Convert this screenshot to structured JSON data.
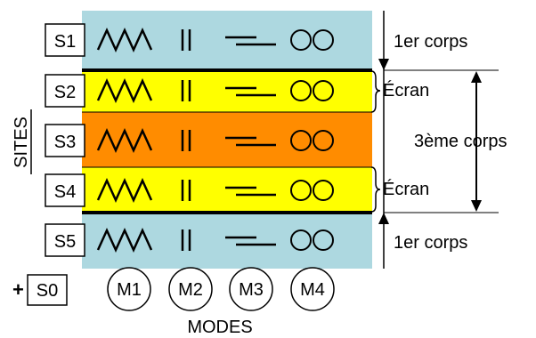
{
  "sites": {
    "axis_label": "SITES",
    "labels": [
      "S1",
      "S2",
      "S3",
      "S4",
      "S5"
    ],
    "extra_prefix": "+",
    "extra_label": "S0"
  },
  "modes": {
    "axis_label": "MODES",
    "labels": [
      "M1",
      "M2",
      "M3",
      "M4"
    ]
  },
  "annotations": {
    "premier_corps": "1er corps",
    "ecran": "Écran",
    "troisieme_corps": "3ème corps"
  },
  "colors": {
    "first_body": "#add8e0",
    "screen": "#ffff00",
    "third_body_core": "#ff8c00",
    "line": "#000000"
  }
}
